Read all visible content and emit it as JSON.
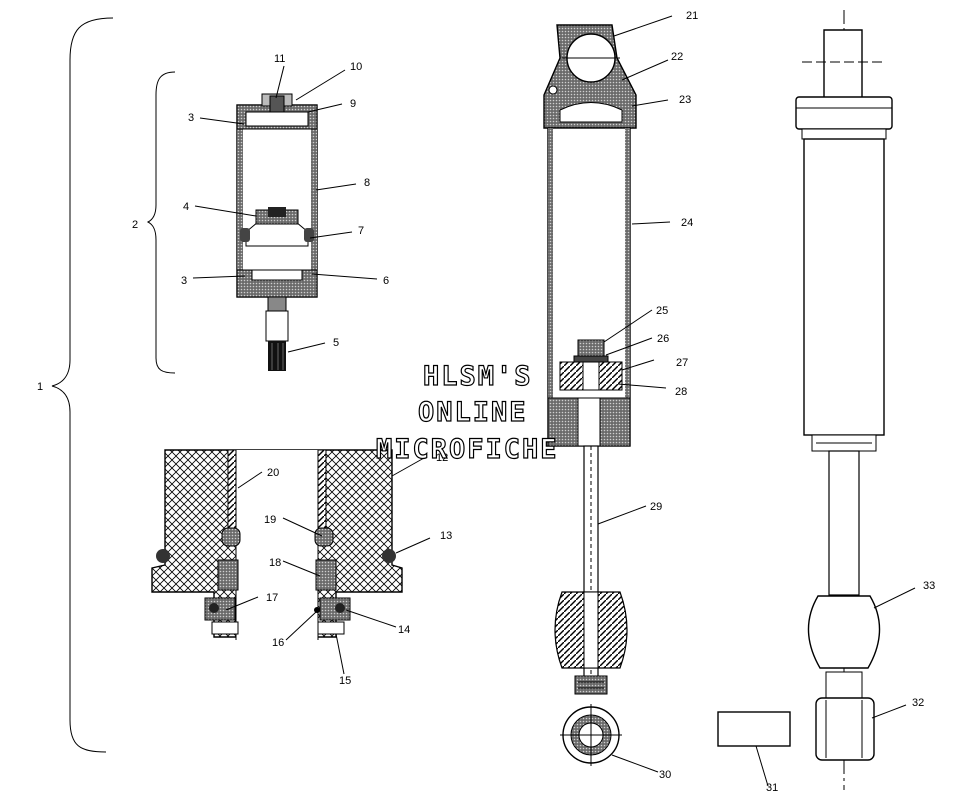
{
  "watermark": {
    "line1": "HLSM'S",
    "line2": "ONLINE",
    "line3": "MICROFICHE"
  },
  "callouts": {
    "n1": "1",
    "n2": "2",
    "n3a": "3",
    "n3b": "3",
    "n4": "4",
    "n5": "5",
    "n6": "6",
    "n7": "7",
    "n8": "8",
    "n9": "9",
    "n10": "10",
    "n11": "11",
    "n12": "12",
    "n13": "13",
    "n14": "14",
    "n15": "15",
    "n16": "16",
    "n17": "17",
    "n18": "18",
    "n19": "19",
    "n20": "20",
    "n21": "21",
    "n22": "22",
    "n23": "23",
    "n24": "24",
    "n25": "25",
    "n26": "26",
    "n27": "27",
    "n28": "28",
    "n29": "29",
    "n30": "30",
    "n31": "31",
    "n32": "32",
    "n33": "33"
  }
}
